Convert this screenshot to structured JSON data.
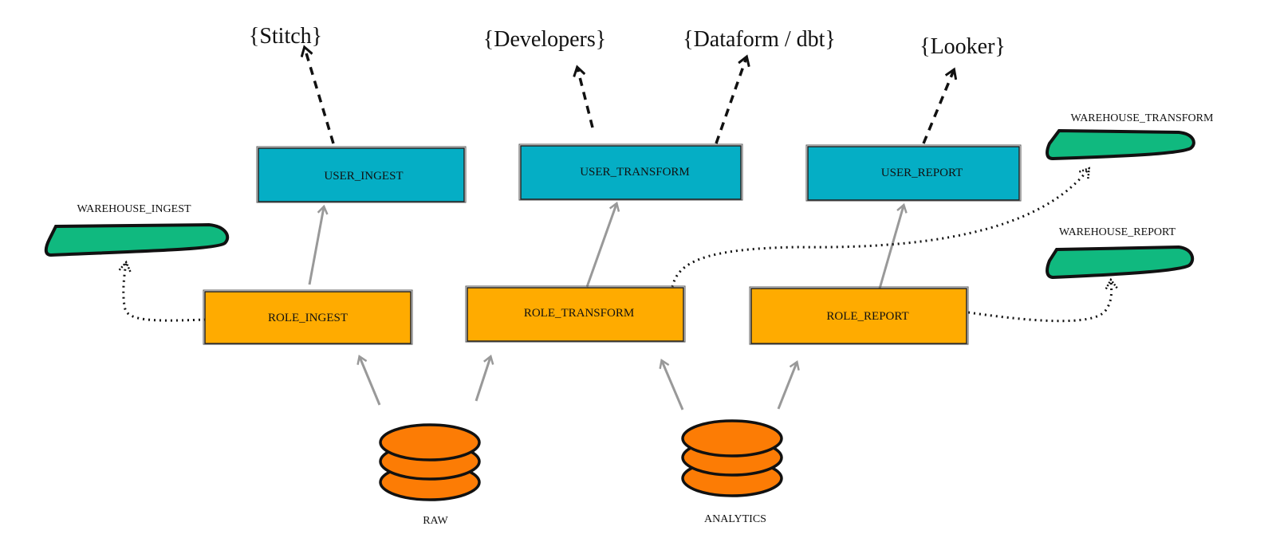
{
  "consumers": {
    "stitch": "{Stitch}",
    "developers": "{Developers}",
    "dataform": "{Dataform / dbt}",
    "looker": "{Looker}"
  },
  "users": {
    "ingest": "USER_INGEST",
    "transform": "USER_TRANSFORM",
    "report": "USER_REPORT"
  },
  "roles": {
    "ingest": "ROLE_INGEST",
    "transform": "ROLE_TRANSFORM",
    "report": "ROLE_REPORT"
  },
  "warehouses": {
    "ingest": "WAREHOUSE_INGEST",
    "transform": "WAREHOUSE_TRANSFORM",
    "report": "WAREHOUSE_REPORT"
  },
  "databases": {
    "raw": "RAW",
    "analytics": "ANALYTICS"
  },
  "colors": {
    "user_box": "#05aec5",
    "role_box": "#ffab00",
    "warehouse": "#10b97f",
    "database": "#fc7c05",
    "arrow_solid": "#999999",
    "arrow_dashed": "#111111"
  }
}
